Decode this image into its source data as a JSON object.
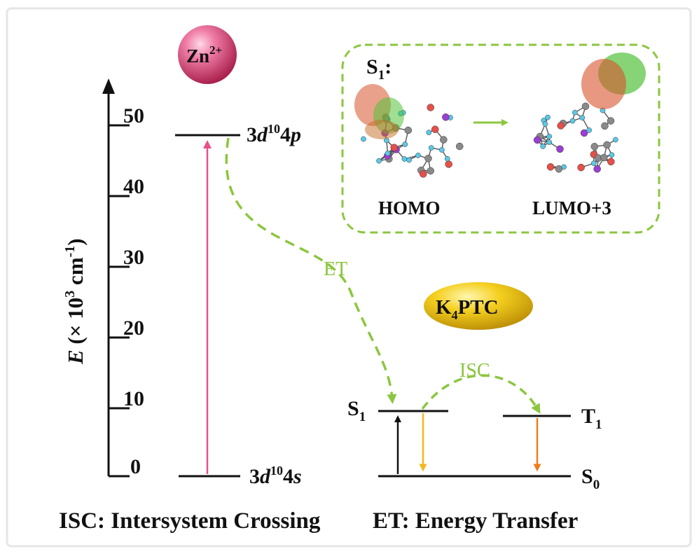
{
  "axis": {
    "label_var": "E",
    "label_rest": " (× 10",
    "label_exp": "3",
    "label_unit": " cm",
    "label_unit_exp": "-1",
    "label_close": ")",
    "ticks": [
      "0",
      "10",
      "20",
      "30",
      "40",
      "50"
    ]
  },
  "zn": {
    "label": "Zn",
    "charge": "2+",
    "upper_level": {
      "pre": "3",
      "d": "d",
      "sup": "10",
      "post": "4",
      "orb": "p"
    },
    "lower_level": {
      "pre": "3",
      "d": "d",
      "sup": "10",
      "post": "4",
      "orb": "s"
    }
  },
  "transfer": {
    "et": "ET",
    "isc": "ISC"
  },
  "ligand": {
    "label_k": "K",
    "label_sub": "4",
    "label_rest": "PTC"
  },
  "levels": {
    "s1": "S",
    "s1_sub": "1",
    "t1": "T",
    "t1_sub": "1",
    "s0": "S",
    "s0_sub": "0"
  },
  "inset": {
    "state": "S",
    "state_sub": "1",
    "state_colon": ":",
    "homo": "HOMO",
    "lumo": "LUMO+3"
  },
  "legend": {
    "isc": "ISC: Intersystem Crossing",
    "et": "ET: Energy Transfer"
  },
  "colors": {
    "excitation": "#e8508a",
    "transfer": "#8cc63f",
    "fluorescence": "#f2b81c",
    "phosphorescence": "#ef7d1a",
    "absorption": "#111111",
    "zn_sphere": "#c2365c",
    "ptc_ellipse": "#e9bd10"
  }
}
